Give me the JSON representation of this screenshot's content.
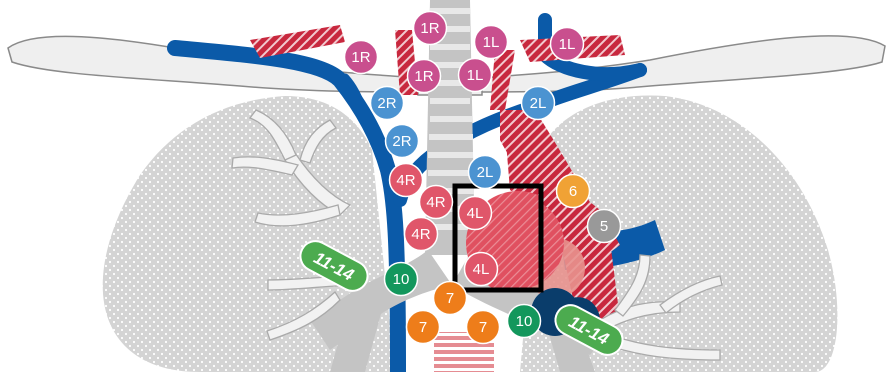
{
  "colors": {
    "lung_fill": "#d4d4d4",
    "lung_dots": "#ffffff",
    "background": "#ffffff",
    "airway": "#b8b8b8",
    "airway_light": "#e8e8e8",
    "vein_blue": "#0b5aa8",
    "artery_red": "#c8283e",
    "aorta_red": "#c8283e",
    "node_upper": "#c94f8e",
    "node_paratracheal": "#4b93d1",
    "node_lower_paratracheal": "#e0566a",
    "node_subaortic": "#f0a235",
    "node_paraaortic": "#999999",
    "node_subcarinal": "#ee7d1a",
    "node_hilar": "#13975c",
    "node_intrapulmonary": "#4cab4f",
    "highlight_box": "#000000",
    "dark_navy": "#0a3d6b"
  },
  "nodes": [
    {
      "id": "1R-top",
      "label": "1R",
      "color": "node_upper"
    },
    {
      "id": "1R-left",
      "label": "1R",
      "color": "node_upper"
    },
    {
      "id": "1R-low",
      "label": "1R",
      "color": "node_upper"
    },
    {
      "id": "1L-top",
      "label": "1L",
      "color": "node_upper"
    },
    {
      "id": "1L-right",
      "label": "1L",
      "color": "node_upper"
    },
    {
      "id": "1L-low",
      "label": "1L",
      "color": "node_upper"
    },
    {
      "id": "2R-upper",
      "label": "2R",
      "color": "node_paratracheal"
    },
    {
      "id": "2R-lower",
      "label": "2R",
      "color": "node_paratracheal"
    },
    {
      "id": "2L-upper",
      "label": "2L",
      "color": "node_paratracheal"
    },
    {
      "id": "2L-lower",
      "label": "2L",
      "color": "node_paratracheal"
    },
    {
      "id": "4R-a",
      "label": "4R",
      "color": "node_lower_paratracheal"
    },
    {
      "id": "4R-b",
      "label": "4R",
      "color": "node_lower_paratracheal"
    },
    {
      "id": "4R-c",
      "label": "4R",
      "color": "node_lower_paratracheal"
    },
    {
      "id": "4L-upper",
      "label": "4L",
      "color": "node_lower_paratracheal"
    },
    {
      "id": "4L-lower",
      "label": "4L",
      "color": "node_lower_paratracheal"
    },
    {
      "id": "6",
      "label": "6",
      "color": "node_subaortic"
    },
    {
      "id": "5",
      "label": "5",
      "color": "node_paraaortic"
    },
    {
      "id": "7-top",
      "label": "7",
      "color": "node_subcarinal"
    },
    {
      "id": "7-left",
      "label": "7",
      "color": "node_subcarinal"
    },
    {
      "id": "7-right",
      "label": "7",
      "color": "node_subcarinal"
    },
    {
      "id": "10-right",
      "label": "10",
      "color": "node_hilar"
    },
    {
      "id": "10-left",
      "label": "10",
      "color": "node_hilar"
    }
  ],
  "pills": [
    {
      "id": "11-14-right",
      "label": "11-14",
      "color": "node_intrapulmonary"
    },
    {
      "id": "11-14-left",
      "label": "11-14",
      "color": "node_intrapulmonary"
    }
  ]
}
